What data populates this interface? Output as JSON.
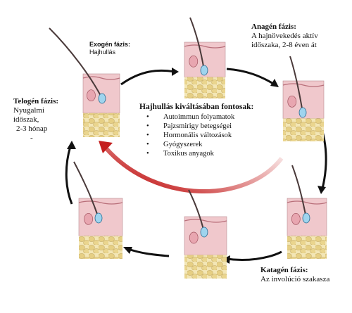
{
  "phases": {
    "exogen": {
      "title": "Exogén fázis:",
      "lines": [
        "Hajhullás"
      ]
    },
    "anagen": {
      "title": "Anagén fázis:",
      "lines": [
        "A hajnövekedés aktív",
        "időszaka, 2-8 éven át"
      ]
    },
    "telogen": {
      "title": "Telogén fázis:",
      "lines": [
        "Nyugalmi",
        "időszak,",
        "2-3 hónap",
        "-"
      ]
    },
    "katagen": {
      "title": "Katagén fázis:",
      "lines": [
        "Az involúció szakasza"
      ]
    }
  },
  "factors": {
    "title": "Hajhullás kiváltásában fontosak:",
    "items": [
      "Autoimmun folyamatok",
      "Pajzsmirigy betegségei",
      "Hormonális változások",
      "Gyógyszerek",
      "Toxikus anyagok"
    ]
  },
  "colors": {
    "cycle_arrow": "#111111",
    "red_arrow": "#c41e1e",
    "skin": "#f0c8cc",
    "fat": "#ead79a",
    "bulb": "#9fd4ee"
  }
}
